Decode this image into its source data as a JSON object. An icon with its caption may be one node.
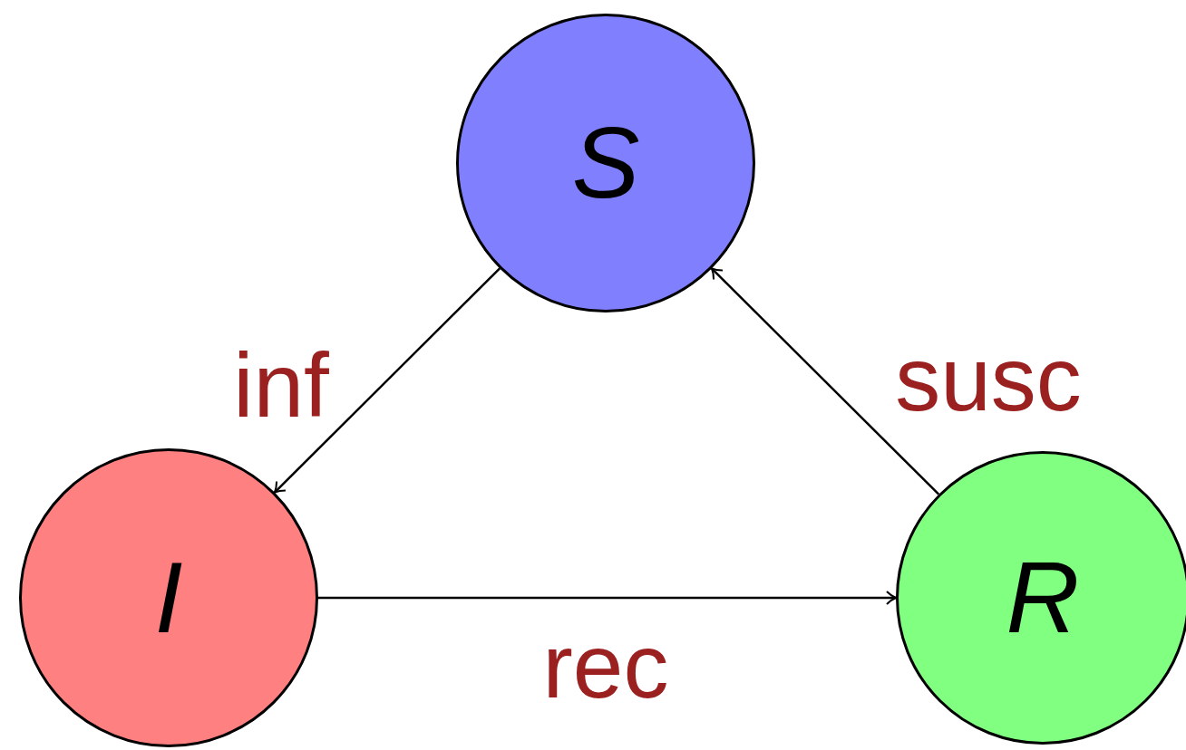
{
  "diagram": {
    "nodes": [
      {
        "text": [
          "S"
        ]
      },
      {
        "text": [
          "I"
        ]
      },
      {
        "text": [
          "R"
        ]
      }
    ],
    "edges": [
      {
        "from": 0,
        "to": 1,
        "arrow": "to",
        "label": "inf"
      },
      {
        "from": 1,
        "to": 2,
        "arrow": "to",
        "label": "rec"
      },
      {
        "from": 2,
        "to": 0,
        "arrow": "to",
        "label": "susc"
      }
    ]
  }
}
